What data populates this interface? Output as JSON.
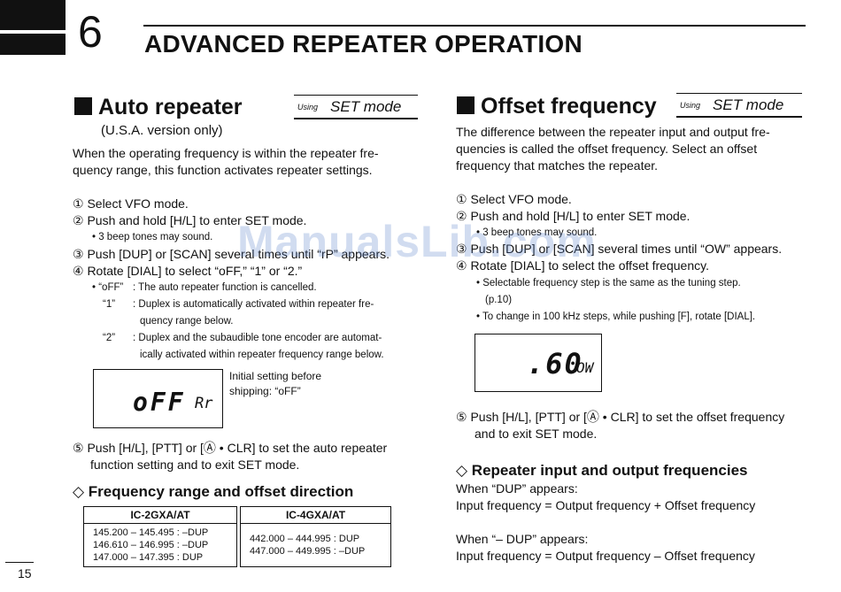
{
  "chapter": {
    "number": "6",
    "title": "ADVANCED REPEATER OPERATION"
  },
  "auto_repeater": {
    "title": "Auto repeater",
    "mode_using": "Using",
    "mode_name": "SET mode",
    "subtitle": "(U.S.A. version only)",
    "intro_1": "When the operating frequency is within the repeater fre-",
    "intro_2": "quency range, this function activates repeater settings.",
    "step1": "① Select VFO mode.",
    "step2": "② Push and hold [H/L] to enter SET mode.",
    "step2_note": "• 3 beep tones may sound.",
    "step3": "③ Push [DUP] or [SCAN] several times until “rP” appears.",
    "step4": "④ Rotate [DIAL] to select “oFF,” “1” or “2.”",
    "off_key": "• “oFF”",
    "off_desc": ": The auto repeater function is cancelled.",
    "one_key": "“1”",
    "one_desc_1": ": Duplex is automatically activated within repeater fre-",
    "one_desc_2": "quency range below.",
    "two_key": "“2”",
    "two_desc_1": ": Duplex and the subaudible tone encoder are automat-",
    "two_desc_2": "ically activated within repeater frequency range below.",
    "lcd_main": "oFF",
    "lcd_sub": "Rr",
    "initial_1": "Initial setting before",
    "initial_2": "shipping: “oFF”",
    "step5_1": "⑤ Push [H/L], [PTT] or [Ⓐ • CLR] to set the auto repeater",
    "step5_2": "function setting and to exit SET mode."
  },
  "freq_range": {
    "title": "◇ Frequency range and offset direction",
    "col_a": "IC-2GXA/AT",
    "col_b": "IC-4GXA/AT",
    "rows_a": [
      "145.200 – 145.495 :  –DUP",
      "146.610 – 146.995 :  –DUP",
      "147.000 – 147.395 : DUP"
    ],
    "rows_b": [
      "442.000 – 444.995 : DUP",
      "447.000 – 449.995 : –DUP"
    ]
  },
  "offset": {
    "title": "Offset frequency",
    "mode_using": "Using",
    "mode_name": "SET mode",
    "intro_1": "The difference between the repeater input and output fre-",
    "intro_2": "quencies is called the offset frequency. Select an offset",
    "intro_3": "frequency that matches the repeater.",
    "step1": "① Select VFO mode.",
    "step2": "② Push and hold [H/L] to enter SET mode.",
    "step2_note": "• 3 beep tones may sound.",
    "step3": "③ Push [DUP] or [SCAN] several times until “OW” appears.",
    "step4": "④ Rotate [DIAL] to select the offset frequency.",
    "note1_1": "• Selectable frequency step is the same as the tuning step.",
    "note1_2": "(p.10)",
    "note2": "• To change in 100 kHz steps, while pushing [F], rotate [DIAL].",
    "lcd_main": ".60",
    "lcd_sub": "OW",
    "step5_1": "⑤ Push [H/L], [PTT] or [Ⓐ • CLR] to set the offset frequency",
    "step5_2": "and to exit SET mode."
  },
  "repeater_io": {
    "title": "◇ Repeater input and output frequencies",
    "dup_head": "When “DUP” appears:",
    "dup_eq": "Input frequency = Output frequency + Offset frequency",
    "mdup_head": "When “– DUP” appears:",
    "mdup_eq": "Input frequency = Output frequency – Offset frequency"
  },
  "watermark": "ManualsLib.com",
  "page_number": "15"
}
